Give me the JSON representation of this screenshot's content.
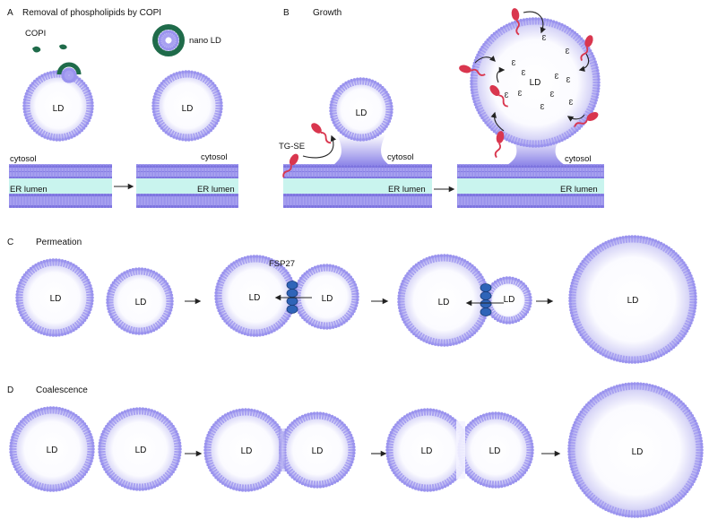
{
  "panels": {
    "a": {
      "letter": "A",
      "title": "Removal of phospholipids by COPI",
      "copi": "COPI",
      "nano_ld": "nano LD"
    },
    "b": {
      "letter": "B",
      "title": "Growth",
      "tgse": "TG-SE"
    },
    "c": {
      "letter": "C",
      "title": "Permeation",
      "fsp27": "FSP27"
    },
    "d": {
      "letter": "D",
      "title": "Coalescence"
    }
  },
  "labels": {
    "ld": "LD",
    "cytosol": "cytosol",
    "er_lumen": "ER lumen",
    "tg": "Ɛ"
  },
  "colors": {
    "membrane": "#8e86e8",
    "head": "#9a93ee",
    "lumen": "#c9f4ee",
    "copi": "#1f6b4a",
    "protein": "#d9364e",
    "fsp27": "#2f64b8"
  }
}
